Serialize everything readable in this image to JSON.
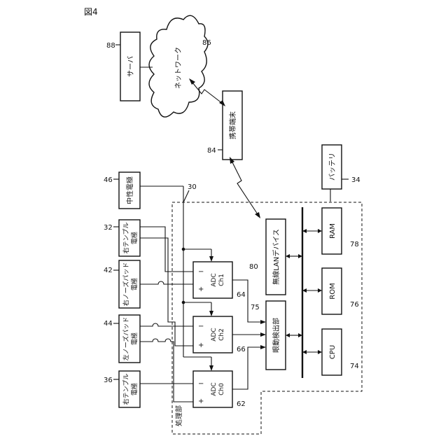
{
  "figure_label": "図4",
  "network": {
    "label": "ネットワーク",
    "ref": "86"
  },
  "server": {
    "label": "サーバ",
    "ref": "88"
  },
  "mobile": {
    "label": "携帯端末",
    "ref": "84"
  },
  "battery": {
    "label": "バッテリ",
    "ref": "34"
  },
  "processing_unit": {
    "label": "処理部",
    "ref": "30"
  },
  "electrodes": {
    "neutral": {
      "label": "中性電極",
      "ref": "46"
    },
    "right_temple": {
      "line1": "右テンプル",
      "line2": "電極",
      "ref": "32"
    },
    "right_nose": {
      "line1": "右ノーズパッド",
      "line2": "電極",
      "ref": "42"
    },
    "left_nose": {
      "line1": "左ノーズパッド",
      "line2": "電極",
      "ref": "44"
    },
    "left_temple": {
      "line1": "右テンプル",
      "line2": "電極",
      "ref": "36"
    }
  },
  "adcs": {
    "ch1": {
      "line1": "ADC",
      "line2": "Ch1",
      "ref": "64"
    },
    "ch2": {
      "line1": "ADC",
      "line2": "Ch2",
      "ref": "66"
    },
    "ch0": {
      "line1": "ADC",
      "line2": "Ch0",
      "ref": "62"
    }
  },
  "signs": {
    "minus": "−",
    "plus": "+"
  },
  "wlan": {
    "label": "無線LANデバイス",
    "ref": "80"
  },
  "motion": {
    "label": "眼動検出部",
    "ref": "75"
  },
  "ram": {
    "label": "RAM",
    "ref": "78"
  },
  "rom": {
    "label": "ROM",
    "ref": "76"
  },
  "cpu": {
    "label": "CPU",
    "ref": "74"
  }
}
